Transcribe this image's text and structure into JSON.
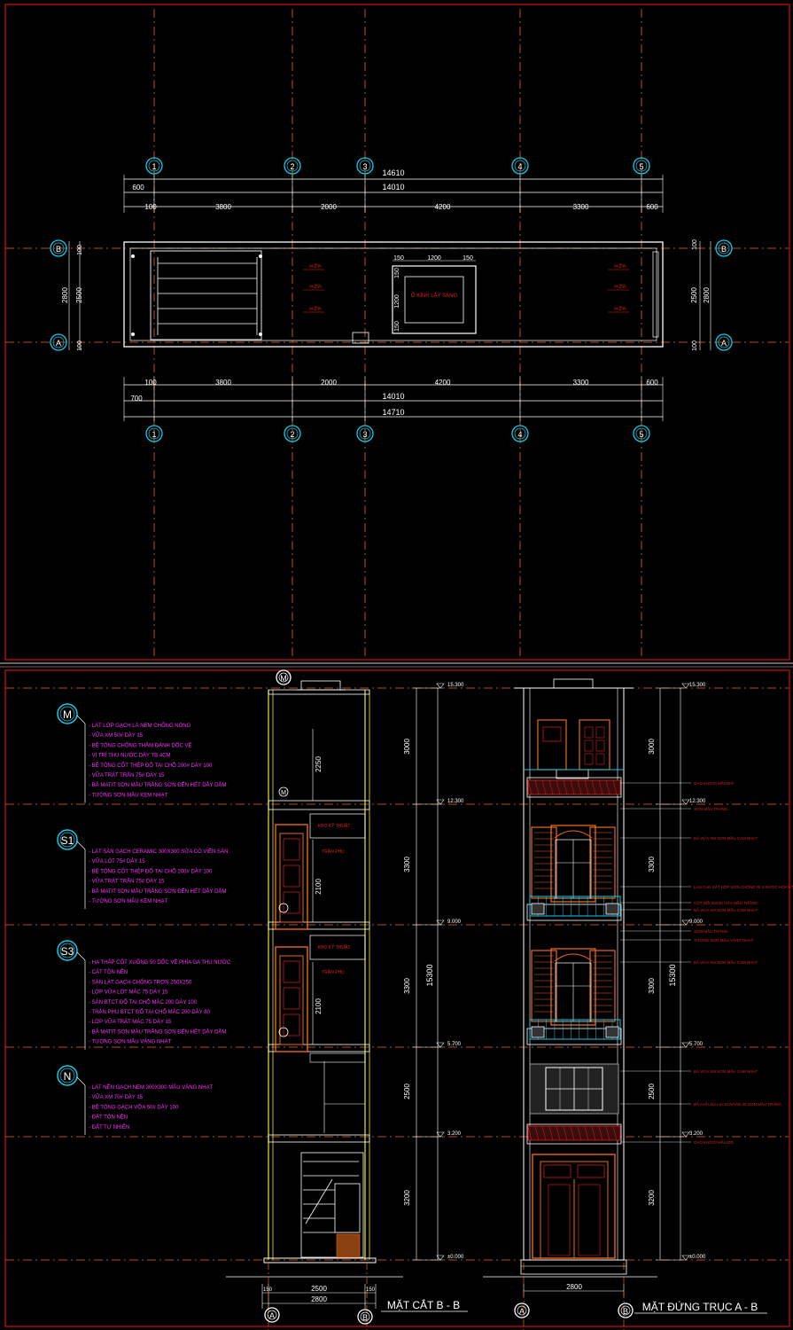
{
  "plan": {
    "axes_top": [
      "1",
      "2",
      "3",
      "4",
      "5"
    ],
    "axes_side": [
      "B",
      "A"
    ],
    "dims_top": {
      "overall": "14610",
      "inner": "14010",
      "left": "600",
      "right": "600",
      "spans": [
        "3800",
        "2000",
        "4200",
        "3300"
      ],
      "end_left": "100"
    },
    "dims_bottom": {
      "overall": "14710",
      "inner": "14010",
      "left": "700",
      "right": "600",
      "spans": [
        "3800",
        "2000",
        "4200",
        "3300"
      ],
      "end_left": "100"
    },
    "dims_side": {
      "total": "2800",
      "inner": "2500",
      "end": "100"
    },
    "skylight": {
      "label": "Ô KÍNH LẤY SÁNG",
      "d1": "150",
      "d2": "1200",
      "d3": "150"
    },
    "slope_label": "i=2%"
  },
  "legend": [
    {
      "code": "M",
      "items": [
        "LÁT LỚP GẠCH LÁ NEM CHỐNG NÓNG",
        "VỮA XM 50# DÀY 15",
        "BÊ TÔNG CHỐNG THẤM ĐÁNH DỐC VỀ",
        "VỊ TRÍ THU NƯỚC DÀY TB 4CM",
        "BÊ TÔNG CỐT THÉP ĐỔ TẠI CHỖ 200# DÀY 100",
        "VỮA TRÁT TRẦN 75# DÀY 15",
        "BẢ MATIT SƠN MẦU TRẮNG SƠN ĐẾN HẾT DẦY DẦM",
        "TƯỜNG SƠN MẦU KEM NHẠT"
      ]
    },
    {
      "code": "S1",
      "items": [
        "LÁT SÀN GẠCH CERAMIC 300X300 SỬA CÓ VIỀN SÀN",
        "VỮA LÓT 75# DÀY 15",
        "BÊ TÔNG CỐT THÉP ĐỔ TẠI CHỖ 200# DÀY 100",
        "VỮA TRÁT TRẦN 75# DÀY 15",
        "BẢ MATIT SƠN MẦU TRẮNG SƠN ĐẾN HẾT DẦY DẦM",
        "TƯỜNG SƠN MẦU KEM NHẠT"
      ]
    },
    {
      "code": "S3",
      "items": [
        "HẠ THẤP CỐT XUỐNG 50 DỐC VỀ PHÍA GA THU NƯỚC",
        "CÁT TÔN NỀN",
        "SÀN LÁT GẠCH CHỐNG TRƠN 250X250",
        "LỚP VỮA LÓT MÁC 75 DÀY 15",
        "SÀN BTCT ĐỔ TẠI CHỖ MÁC 200 DÀY 100",
        "TRẦN PHỤ BTCT ĐỔ TẠI CHỖ MÁC 200 DÀY 80",
        "LỚP VỮA TRÁT MÁC 75 DÀY 15",
        "BẢ MATIT SƠN MẦU TRẮNG SƠN ĐẾN HẾT DẦY DẦM",
        "TƯỜNG SƠN MẦU VÀNG NHẠT"
      ]
    },
    {
      "code": "N",
      "items": [
        "LÁT NỀN GẠCH NEM 300X300 MẦU VÀNG NHẠT",
        "VỮA XM 70# DÀY 15",
        "BÊ TÔNG GẠCH VỠA 50# DÀY 100",
        "ĐẤT TÔN NỀN",
        "ĐẤT TỰ NHIÊN"
      ]
    }
  ],
  "section": {
    "title": "MẶT CẮT B - B",
    "axes": [
      "A",
      "B"
    ],
    "levels": [
      "15.300",
      "12.300",
      "9.000",
      "5.700",
      "3.200",
      "±0.000"
    ],
    "heights": [
      "3000",
      "3300",
      "3300",
      "2500",
      "3200"
    ],
    "total_height": "15300",
    "inner_dims": [
      "2250",
      "2100",
      "2100"
    ],
    "width_inner": "2500",
    "width_total": "2800",
    "end": "150",
    "room_labels": [
      "KHO KỸ THUẬT",
      "TRẦN PHỤ",
      "KHO KỸ THUẬT",
      "TRẦN PHỤ"
    ],
    "marker": "M"
  },
  "elevation": {
    "title": "MẶT ĐỨNG TRỤC A - B",
    "axes": [
      "A",
      "B"
    ],
    "levels": [
      "15.300",
      "12.300",
      "9.000",
      "5.700",
      "3.200",
      "±0.000"
    ],
    "heights": [
      "3000",
      "3300",
      "3300",
      "2500",
      "3200"
    ],
    "total_height": "15300",
    "width_total": "2800",
    "notes": [
      "GẠCH NGÓI MẦU ĐỎ",
      "SƠN MẦU TRẮNG",
      "BẢ VỮA XM SƠN MẦU CAM NHẠT",
      "LAN CAN SẮT HỘP SƠN CHỐNG RỈ 3 NƯỚC HOÀN THIỆN MẦU TRẮNG SỮA",
      "CỘT NỔI 50X30 VỮA MẦU TRẮNG",
      "BẢ VỮA XM SƠN MẦU CAM NHẠT",
      "SƠN MẦU TRẮNG",
      "TƯỜNG SƠN MẦU VÀNG NHẠT",
      "BẢ VỮA XM SƠN MẦU CAM NHẠT",
      "BẢ VỮA XM SƠN MẦU CAM NHẠT",
      "BẢ CHỈ LOA LIA 15 NGĂN 30 SƠN MẦU TRẮNG",
      "GẠCH NGÓI MẦU ĐỎ"
    ]
  }
}
